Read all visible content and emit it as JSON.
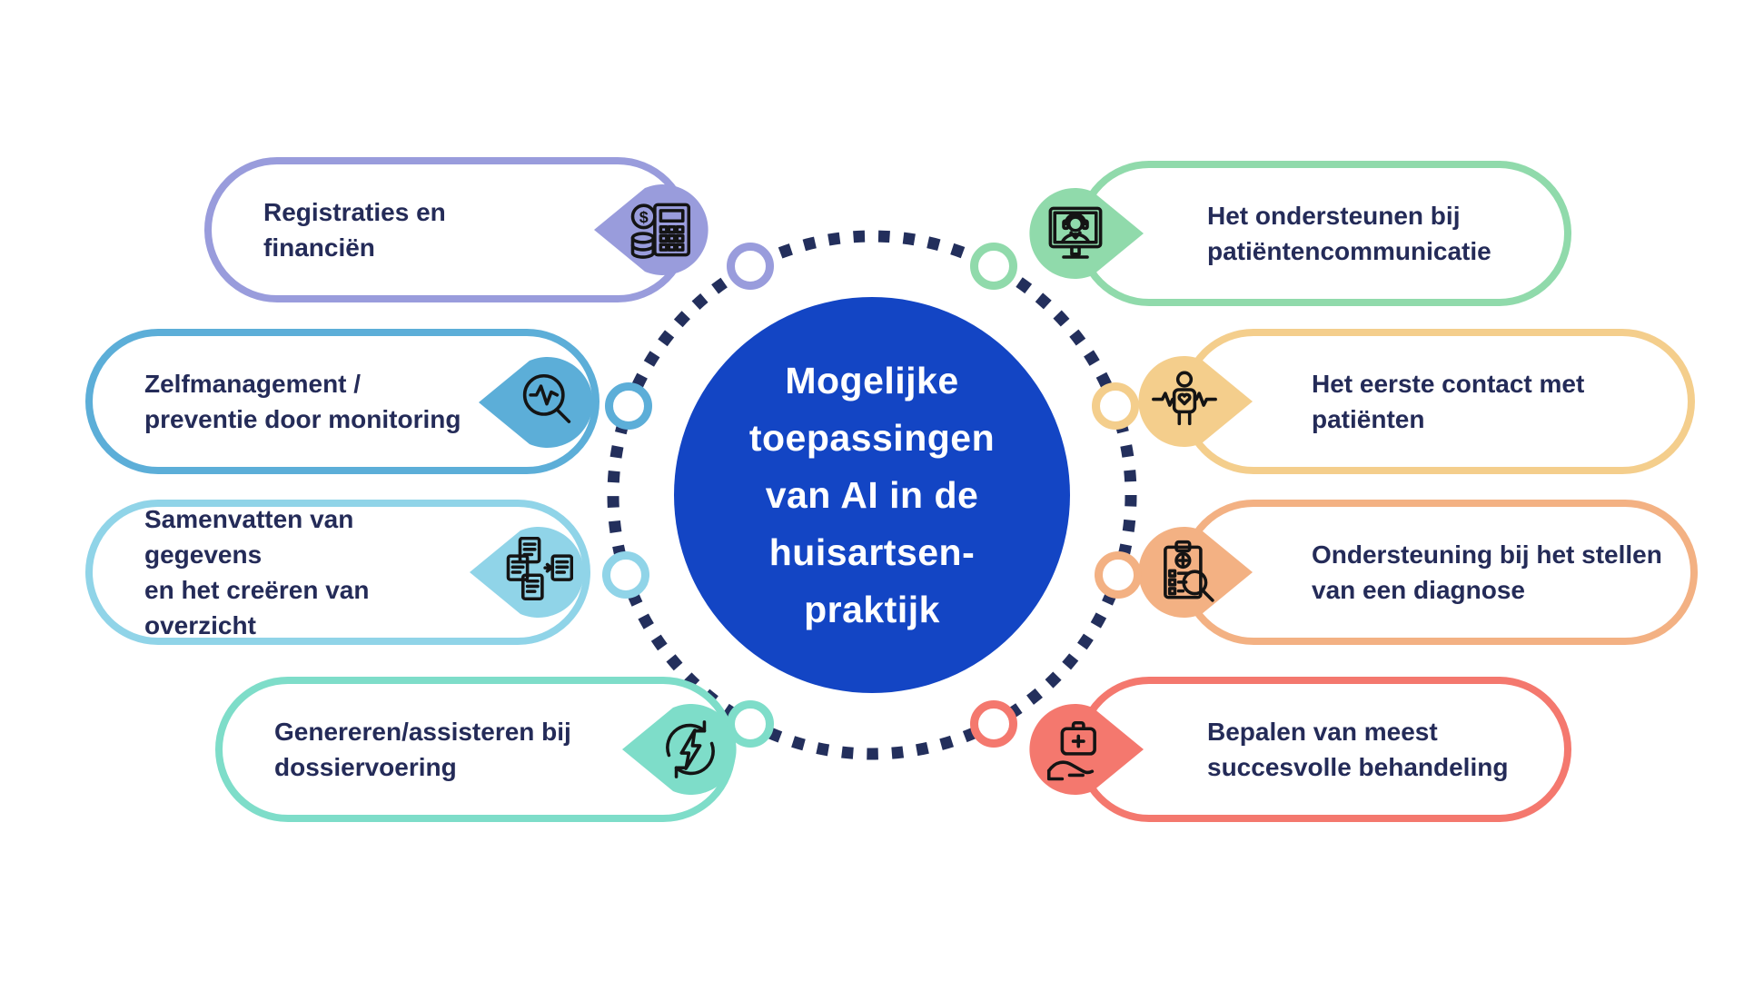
{
  "center": {
    "title_lines": [
      "Mogelijke",
      "toepassingen",
      "van AI in de",
      "huisartsen-",
      "praktijk"
    ],
    "bg_color": "#1345c4",
    "text_color": "#ffffff"
  },
  "ring": {
    "dot_color": "#232f5c",
    "node_fill": "#ffffff"
  },
  "label_color": "#242b58",
  "items": [
    {
      "id": "registraties",
      "label_lines": [
        "Registraties en financiën"
      ],
      "color": "#999cdc",
      "icon": "calculator-coins-icon",
      "side": "left"
    },
    {
      "id": "zelfmanagement",
      "label_lines": [
        "Zelfmanagement /",
        "preventie door monitoring"
      ],
      "color": "#5caed8",
      "icon": "magnifier-pulse-icon",
      "side": "left"
    },
    {
      "id": "samenvatten",
      "label_lines": [
        "Samenvatten van gegevens",
        "en het creëren van overzicht"
      ],
      "color": "#90d4e8",
      "icon": "documents-summary-icon",
      "side": "left"
    },
    {
      "id": "genereren",
      "label_lines": [
        "Genereren/assisteren bij",
        "dossiervoering"
      ],
      "color": "#7eddc9",
      "icon": "lightning-sync-icon",
      "side": "left"
    },
    {
      "id": "patientencommunicatie",
      "label_lines": [
        "Het ondersteunen bij",
        "patiëntencommunicatie"
      ],
      "color": "#90daab",
      "icon": "video-call-support-icon",
      "side": "right"
    },
    {
      "id": "eerste-contact",
      "label_lines": [
        "Het eerste contact met",
        "patiënten"
      ],
      "color": "#f4ce8c",
      "icon": "patient-heartbeat-icon",
      "side": "right"
    },
    {
      "id": "diagnose",
      "label_lines": [
        "Ondersteuning bij het stellen",
        "van een diagnose"
      ],
      "color": "#f3b183",
      "icon": "diagnosis-clipboard-icon",
      "side": "right"
    },
    {
      "id": "behandeling",
      "label_lines": [
        "Bepalen van meest",
        "succesvolle behandeling"
      ],
      "color": "#f4786e",
      "icon": "treatment-kit-icon",
      "side": "right"
    }
  ]
}
